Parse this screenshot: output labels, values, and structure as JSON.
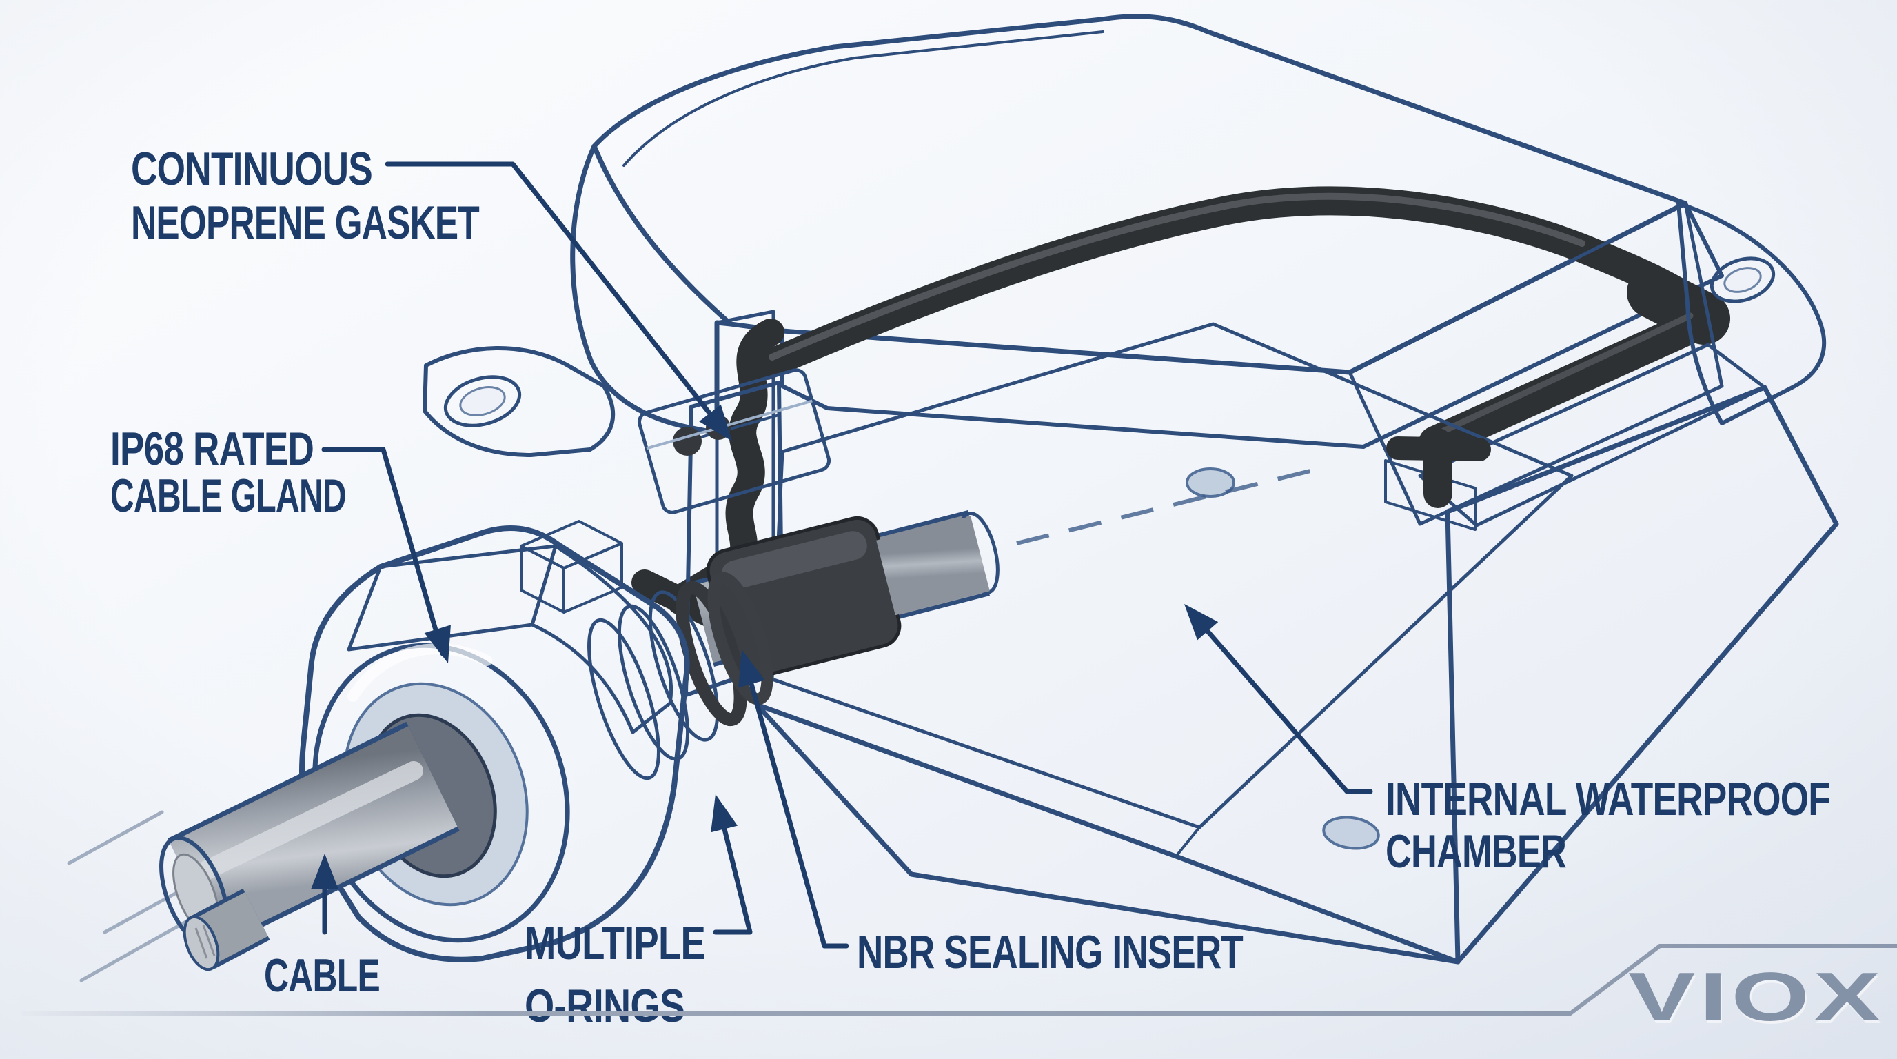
{
  "labels": {
    "gasket": {
      "line1": "CONTINUOUS",
      "line2": "NEOPRENE GASKET"
    },
    "gland": {
      "line1": "IP68 RATED",
      "line2": "CABLE GLAND"
    },
    "cable": {
      "line1": "CABLE"
    },
    "orings": {
      "line1": "MULTIPLE",
      "line2": "O-RINGS"
    },
    "nbr": {
      "line1": "NBR SEALING INSERT"
    },
    "chamber": {
      "line1": "INTERNAL WATERPROOF",
      "line2": "CHAMBER"
    }
  },
  "brand": {
    "logo_text": "VIOX"
  },
  "colors": {
    "text": "#1d3c69",
    "ink": "#2e4d7b",
    "gasket": "#2e3134",
    "cable": "#9aa0a9",
    "brand": "#8492a8",
    "line": "#9aa5b7",
    "bg1": "#fbfcfe",
    "bg2": "#e8edf4"
  }
}
